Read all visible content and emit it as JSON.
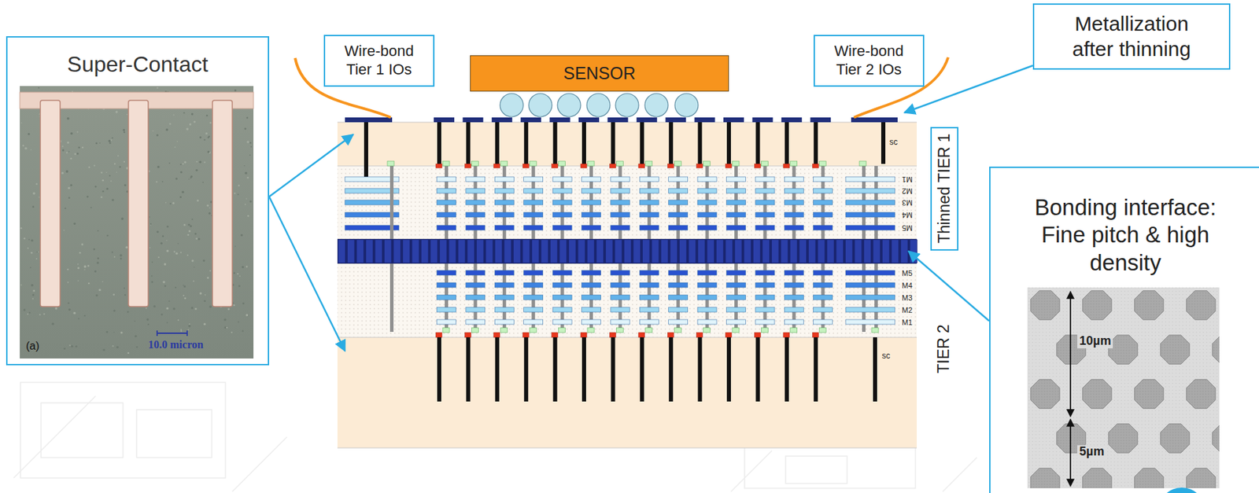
{
  "diagram": {
    "nodes": [
      {
        "text": [
          "Super-Contact"
        ]
      },
      {
        "text": [
          "Wire-bond Tier 1 IOs"
        ]
      },
      {
        "text": [
          "SENSOR"
        ]
      },
      {
        "text": [
          "Wire-bond Tier 2 IOs"
        ]
      },
      {
        "text": [
          "Metallization after thinning"
        ]
      },
      {
        "text": [
          "Thinned TIER 1"
        ]
      },
      {
        "text": [
          "Bonding interface: Fine pitch & high density"
        ]
      }
    ],
    "labels": [
      "10.0 micron",
      "(a)",
      "sc",
      "M1",
      "M2",
      "M3",
      "M4",
      "M5",
      "M5",
      "M4",
      "M3",
      "M2",
      "M1",
      "sc",
      "TIER 2",
      "10µm",
      "5µm"
    ]
  }
}
